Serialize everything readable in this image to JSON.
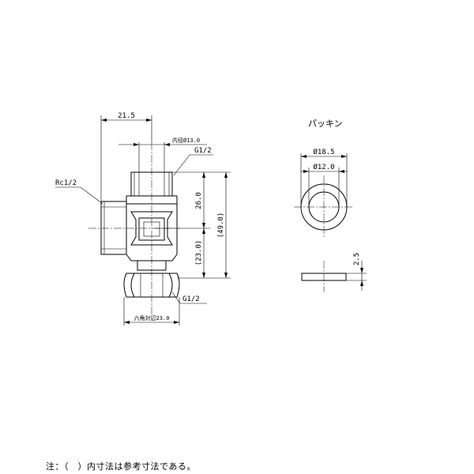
{
  "main_view": {
    "dim_width": "21.5",
    "dim_inner_dia": "内径Ø13.0",
    "thread_top": "G1/2",
    "thread_side": "Rc1/2",
    "dim_upper": "26.0",
    "dim_lower": "(23.0)",
    "dim_total": "(49.0)",
    "thread_bottom": "G1/2",
    "dim_hex": "六角対辺23.0"
  },
  "packing_view": {
    "title": "パッキン",
    "dim_outer": "Ø18.5",
    "dim_inner": "Ø12.0",
    "dim_thickness": "2.5"
  },
  "note": "注：（　）内寸法は参考寸法である。"
}
